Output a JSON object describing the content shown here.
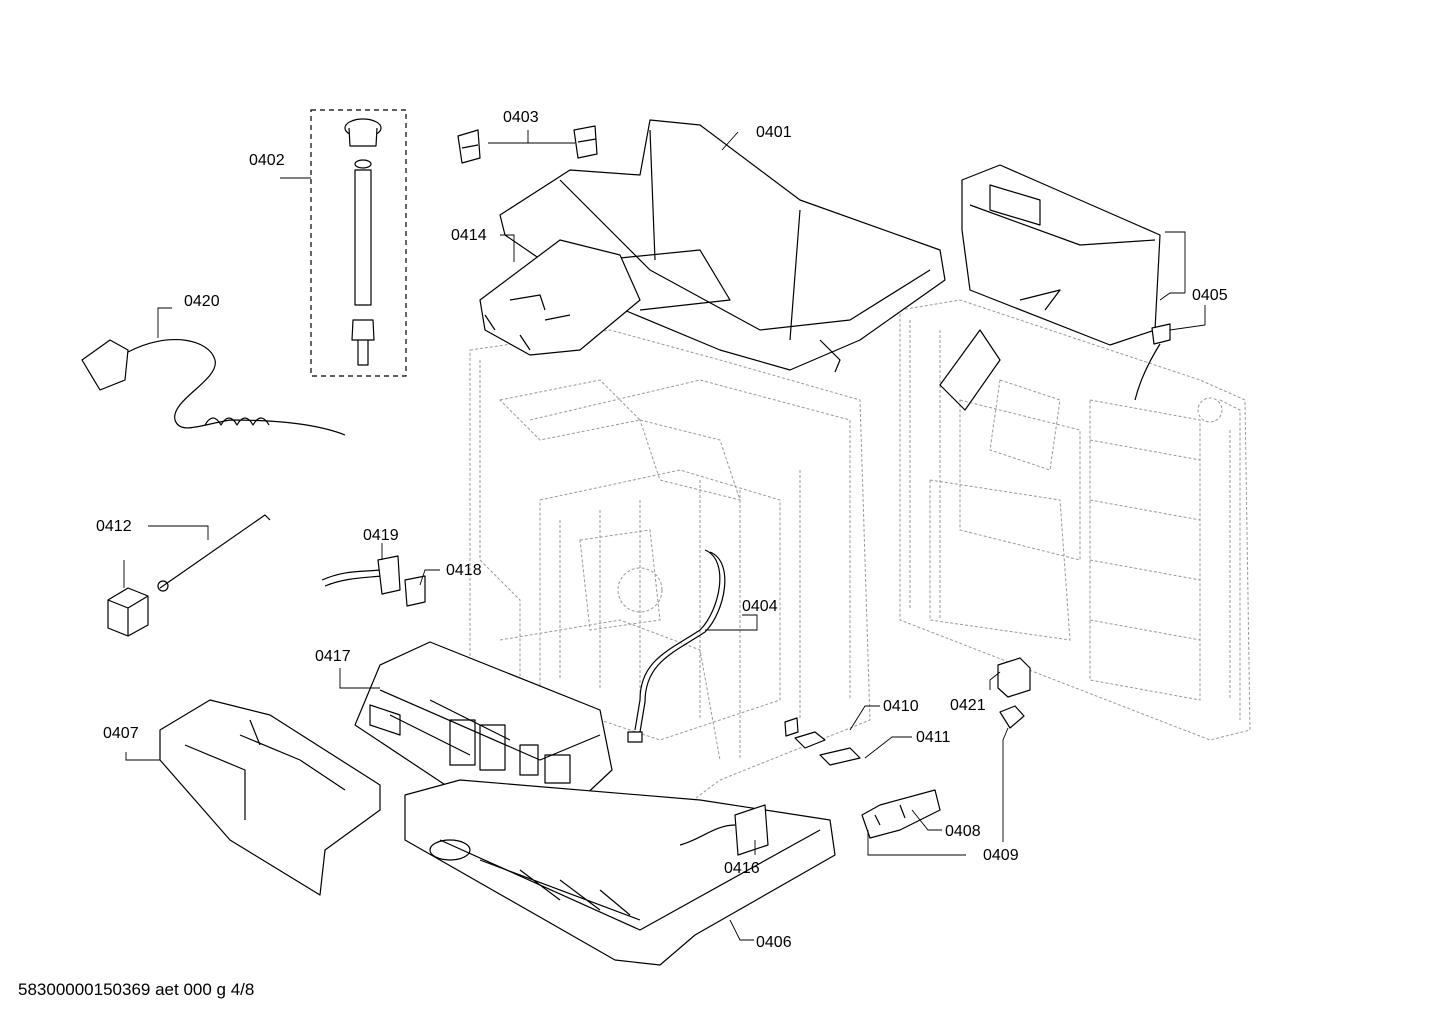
{
  "diagram": {
    "labels": {
      "p0401": "0401",
      "p0402": "0402",
      "p0403": "0403",
      "p0404": "0404",
      "p0405": "0405",
      "p0406": "0406",
      "p0407": "0407",
      "p0408": "0408",
      "p0409": "0409",
      "p0410": "0410",
      "p0411": "0411",
      "p0412": "0412",
      "p0414": "0414",
      "p0416": "0416",
      "p0417": "0417",
      "p0418": "0418",
      "p0419": "0419",
      "p0420": "0420",
      "p0421": "0421"
    },
    "footer": "58300000150369 aet 000 g 4/8"
  }
}
